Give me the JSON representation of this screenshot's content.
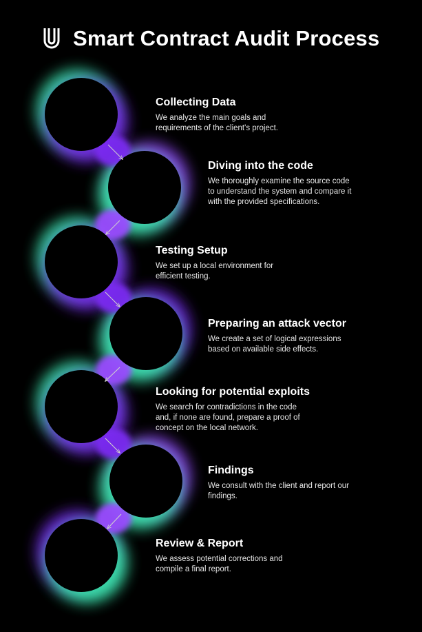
{
  "header": {
    "title": "Smart Contract Audit Process",
    "logo_icon": "u-logo-icon"
  },
  "colors": {
    "background": "#000000",
    "glow_teal": "#3ef0b4",
    "glow_purple": "#7a2cf0",
    "glow_violet": "#9a4bff",
    "arrow": "#cfcfcf"
  },
  "steps": [
    {
      "title": "Collecting Data",
      "description": "We analyze the main goals and requirements of the client's project."
    },
    {
      "title": "Diving into the code",
      "description": "We thoroughly examine the source code to understand the system and compare it with the provided specifications."
    },
    {
      "title": "Testing Setup",
      "description": "We set up a local environment for efficient testing."
    },
    {
      "title": "Preparing an attack vector",
      "description": "We create a set of logical expressions based on available side effects."
    },
    {
      "title": "Looking for potential exploits",
      "description": "We search for contradictions in the code and, if none are found, prepare a proof of concept on the local network."
    },
    {
      "title": "Findings",
      "description": "We consult with the client and report our findings."
    },
    {
      "title": "Review & Report",
      "description": "We assess potential corrections and compile a final report."
    }
  ]
}
